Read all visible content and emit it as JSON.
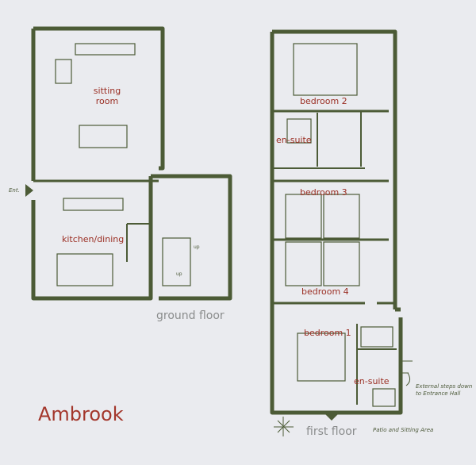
{
  "title": "Ambrook",
  "ground_floor": {
    "label": "ground floor",
    "rooms": [
      "sitting room",
      "kitchen/dining"
    ],
    "entrance_label": "Ent.",
    "stair_labels": [
      "up",
      "up"
    ]
  },
  "first_floor": {
    "label": "first floor",
    "rooms": [
      "bedroom 2",
      "en-suite",
      "bedroom 3",
      "bedroom 4",
      "bedroom 1",
      "en-suite"
    ],
    "notes": [
      "External steps down to Entrance Hall",
      "Patio and Sitting Area"
    ]
  },
  "colors": {
    "wall": "#4c5b36",
    "label": "#9b2f24",
    "background": "#eaebef"
  }
}
